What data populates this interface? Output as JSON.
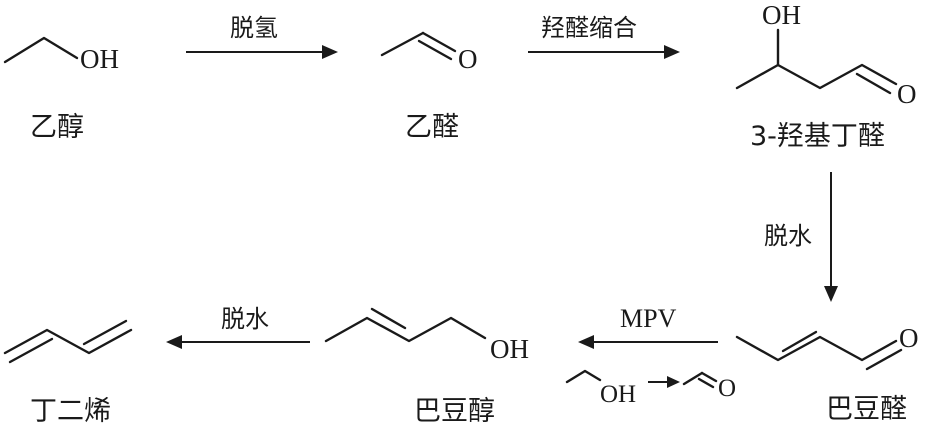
{
  "compounds": {
    "ethanol": {
      "name": "乙醇",
      "group": "OH"
    },
    "acetaldehyde": {
      "name": "乙醛",
      "atom": "O"
    },
    "hydroxybutanal": {
      "name": "3-羟基丁醛",
      "group": "OH",
      "atom": "O"
    },
    "crotonaldehyde": {
      "name": "巴豆醛",
      "atom": "O"
    },
    "crotyl_alcohol": {
      "name": "巴豆醇",
      "group": "OH"
    },
    "butadiene": {
      "name": "丁二烯"
    }
  },
  "steps": {
    "dehydrogenation": "脱氢",
    "aldol": "羟醛缩合",
    "dehydration_1": "脱水",
    "mpv": "MPV",
    "dehydration_2": "脱水"
  },
  "mpv_reagents": {
    "reactant_group": "OH",
    "product_atom": "O"
  }
}
